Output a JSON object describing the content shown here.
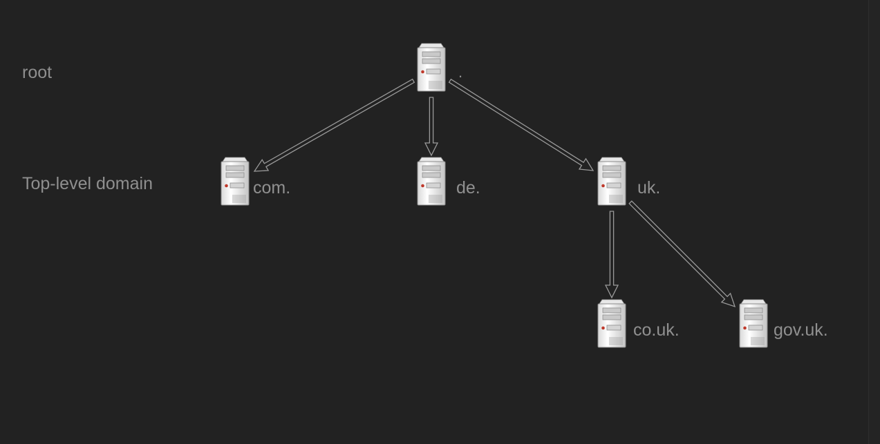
{
  "levels": [
    {
      "id": "root",
      "label": "root"
    },
    {
      "id": "tld",
      "label": "Top-level domain"
    }
  ],
  "nodes": [
    {
      "id": "root",
      "label": ".",
      "level": "root"
    },
    {
      "id": "com",
      "label": "com.",
      "level": "tld"
    },
    {
      "id": "de",
      "label": "de.",
      "level": "tld"
    },
    {
      "id": "uk",
      "label": "uk.",
      "level": "tld"
    },
    {
      "id": "co_uk",
      "label": "co.uk.",
      "level": ""
    },
    {
      "id": "gov_uk",
      "label": "gov.uk.",
      "level": ""
    }
  ],
  "edges": [
    {
      "from": "root",
      "to": "com"
    },
    {
      "from": "root",
      "to": "de"
    },
    {
      "from": "root",
      "to": "uk"
    },
    {
      "from": "uk",
      "to": "co_uk"
    },
    {
      "from": "uk",
      "to": "gov_uk"
    }
  ],
  "colors": {
    "background": "#222222",
    "text": "#8f8f8f",
    "arrow": "#9a9a9a",
    "server_light": "#f0f0f0",
    "server_dark": "#b8b8b8",
    "server_led": "#c0392b"
  },
  "icons": {
    "node": "server-icon",
    "edge": "hollow-arrow"
  }
}
